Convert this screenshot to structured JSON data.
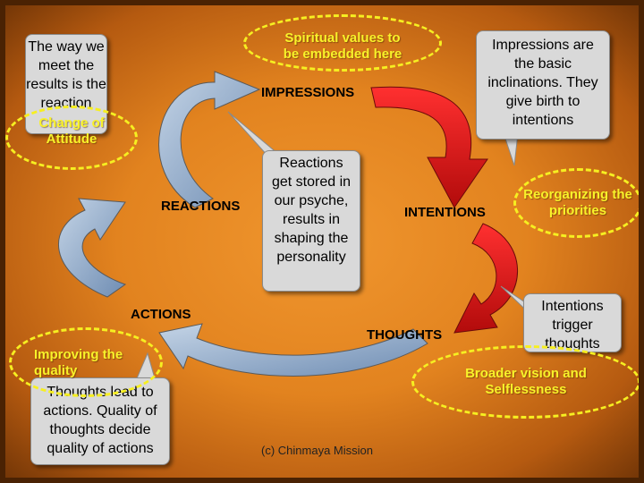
{
  "cycle": {
    "impressions": "IMPRESSIONS",
    "intentions": "INTENTIONS",
    "thoughts": "THOUGHTS",
    "actions": "ACTIONS",
    "reactions": "REACTIONS"
  },
  "callouts": {
    "way_we_meet": "The way we meet the results is the reaction",
    "impressions_inclinations": "Impressions are the basic inclinations. They give birth to intentions",
    "reactions_stored": "Reactions get stored in our psyche, results in shaping the personality",
    "intentions_trigger": "Intentions trigger thoughts",
    "thoughts_lead": "Thoughts lead to actions. Quality of thoughts decide quality of actions"
  },
  "highlights": {
    "change_attitude": "Change of Attitude",
    "spiritual_values": "Spiritual values to be embedded here",
    "reorganizing": "Reorganizing the priorities",
    "broader_vision": "Broader vision and Selflessness",
    "improving_quality": "Improving the quality"
  },
  "footer": {
    "copyright": "(c) Chinmaya Mission"
  },
  "colors": {
    "arrow_blue": "#8fa9c8",
    "arrow_red": "#e01818",
    "highlight": "#f6ef21",
    "callout_bg": "#d9d9d9"
  }
}
